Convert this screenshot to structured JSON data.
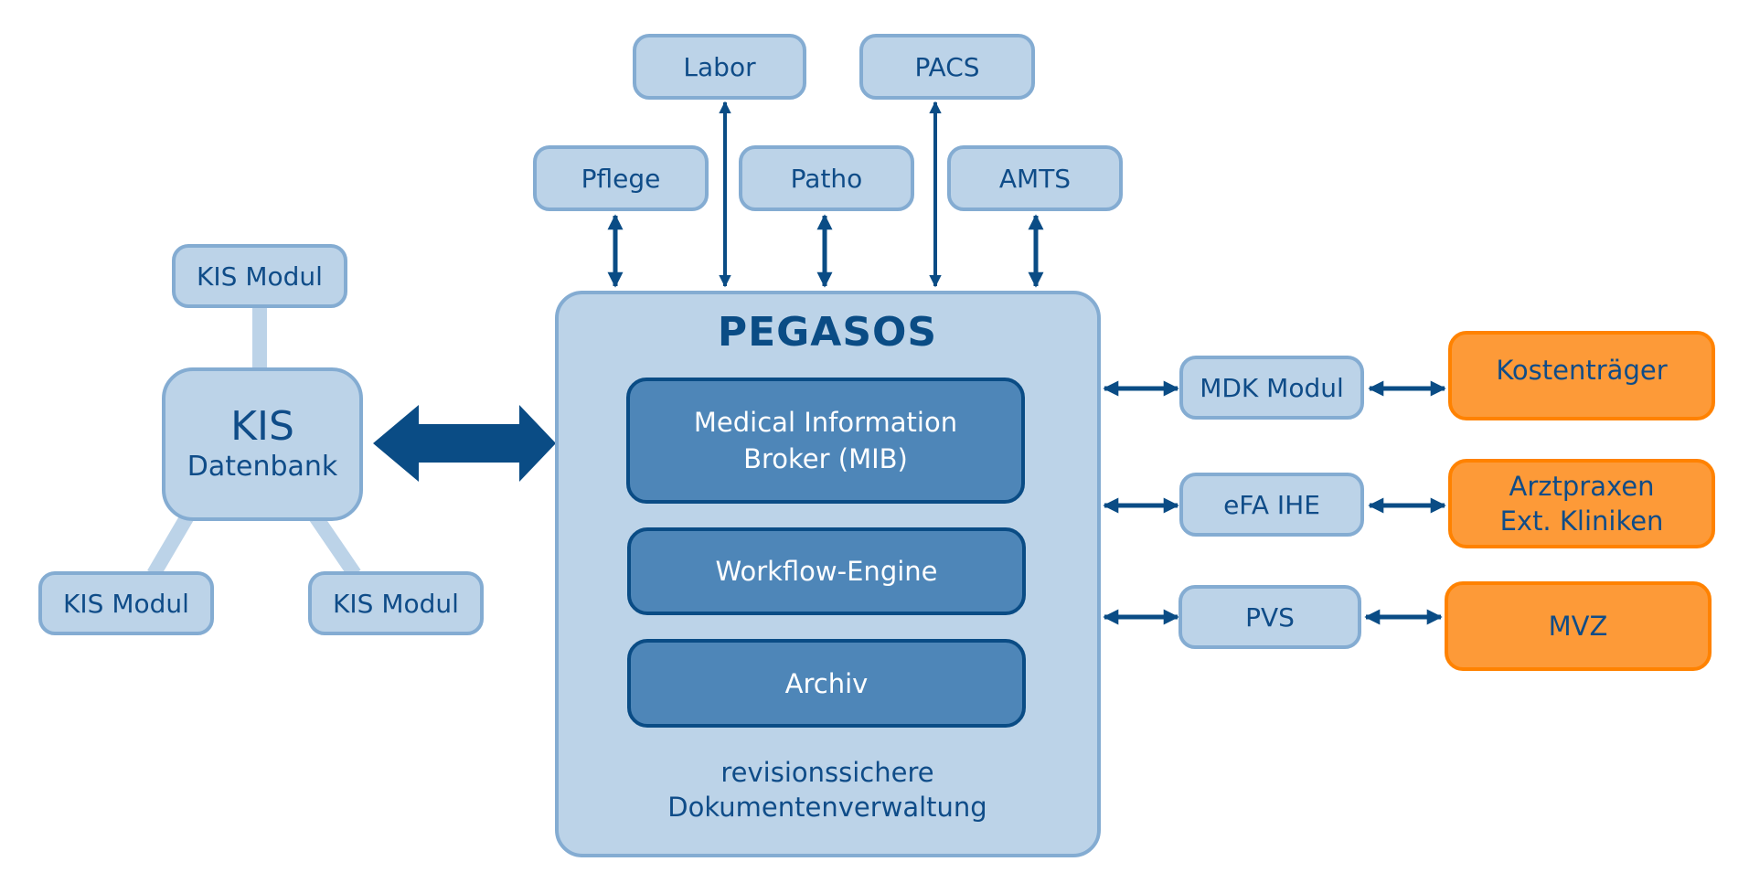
{
  "colors": {
    "arrow": "#0a4c85",
    "light_fill": "#bcd3e8",
    "light_border": "#84acd2",
    "dark_fill": "#4e86b8",
    "orange_fill": "#fd9a38",
    "text": "#0f4c88"
  },
  "kis": {
    "database": {
      "line1": "KIS",
      "line2": "Datenbank"
    },
    "modules": [
      "KIS Modul",
      "KIS Modul",
      "KIS Modul"
    ]
  },
  "pegasos": {
    "title": "PEGASOS",
    "components": {
      "mib": {
        "line1": "Medical Information",
        "line2": "Broker (MIB)"
      },
      "workflow": "Workflow-Engine",
      "archive": "Archiv"
    },
    "caption": {
      "line1": "revisionssichere",
      "line2": "Dokumentenverwaltung"
    }
  },
  "top_systems": [
    "Labor",
    "PACS",
    "Pflege",
    "Patho",
    "AMTS"
  ],
  "interfaces": [
    "MDK Modul",
    "eFA IHE",
    "PVS"
  ],
  "external": [
    {
      "line1": "Kostenträger"
    },
    {
      "line1": "Arztpraxen",
      "line2": "Ext. Kliniken"
    },
    {
      "line1": "MVZ"
    }
  ]
}
